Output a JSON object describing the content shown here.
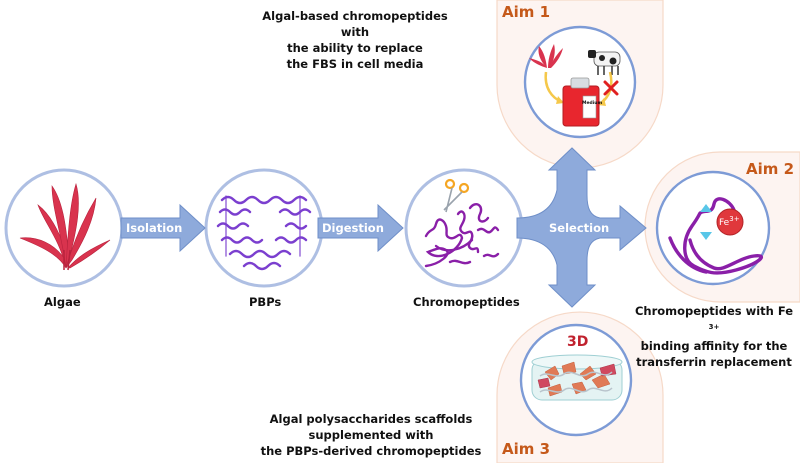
{
  "colors": {
    "arrow_fill": "#8eaadb",
    "arrow_stroke": "#6f8fc8",
    "circle_stroke": "#8fa8d8",
    "aim_panel_fill": "#fdf4f1",
    "aim_panel_stroke": "#f6d9c8",
    "aim_title": "#c5591a",
    "algae_red": "#d9334e",
    "protein_purple": "#7b3fcf",
    "peptide_purple": "#8a1fa8"
  },
  "stages": [
    {
      "id": "algae",
      "label": "Algae",
      "icon": "seaweed-icon"
    },
    {
      "id": "pbps",
      "label": "PBPs",
      "icon": "protein-structure-icon"
    },
    {
      "id": "chromopeptides",
      "label": "Chromopeptides",
      "icon": "peptide-fragments-icon"
    }
  ],
  "arrows": {
    "isolation": "Isolation",
    "digestion": "Digestion",
    "selection": "Selection"
  },
  "aims": [
    {
      "title": "Aim 1",
      "description_lines": [
        "Algal-based chromopeptides with",
        "the ability to replace",
        "the FBS in cell media"
      ],
      "icon": "cell-medium-bottle-icon",
      "bottle_label": "Medium"
    },
    {
      "title": "Aim 2",
      "description_lines": [
        "Chromopeptides with  Fe",
        "binding affinity for the",
        "transferrin replacement"
      ],
      "superscript": "3+",
      "icon": "iron-binding-icon",
      "ion_label": "Fe",
      "ion_charge": "3+"
    },
    {
      "title": "Aim 3",
      "description_lines": [
        "Algal polysaccharides scaffolds",
        "supplemented with",
        "the PBPs-derived chromopeptides"
      ],
      "icon": "3d-scaffold-cells-icon",
      "inner_label": "3D"
    }
  ]
}
